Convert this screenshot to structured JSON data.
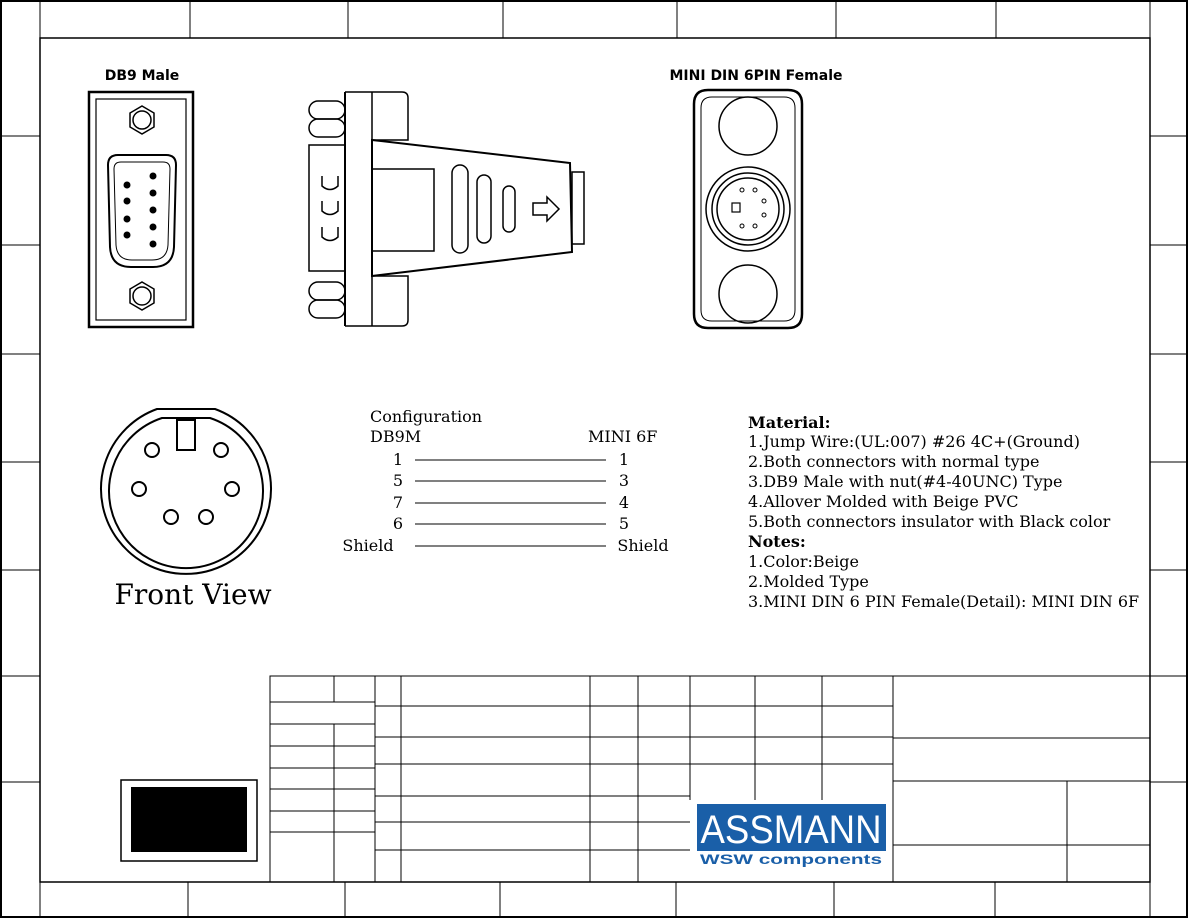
{
  "db9_title": "DB9 Male",
  "mini_din_title": "MINI DIN 6PIN Female",
  "front_view_label": "Front View",
  "configuration": {
    "title": "Configuration",
    "left_header": "DB9M",
    "right_header": "MINI 6F",
    "rows": [
      {
        "left": "1",
        "right": "1"
      },
      {
        "left": "5",
        "right": "3"
      },
      {
        "left": "7",
        "right": "4"
      },
      {
        "left": "6",
        "right": "5"
      },
      {
        "left": "Shield",
        "right": "Shield"
      }
    ]
  },
  "material": {
    "title": "Material:",
    "items": [
      "1.Jump Wire:(UL:007) #26 4C+(Ground)",
      "2.Both connectors with normal type",
      "3.DB9 Male with nut(#4-40UNC) Type",
      "4.Allover Molded with Beige PVC",
      "5.Both connectors insulator with Black color"
    ]
  },
  "notes": {
    "title": "Notes:",
    "items": [
      "1.Color:Beige",
      "2.Molded Type",
      "3.MINI DIN 6 PIN Female(Detail):  MINI DIN 6F"
    ]
  },
  "logo": {
    "brand": "ASSMANN",
    "tagline": "WSW components",
    "brand_color": "#1a5fa8"
  }
}
